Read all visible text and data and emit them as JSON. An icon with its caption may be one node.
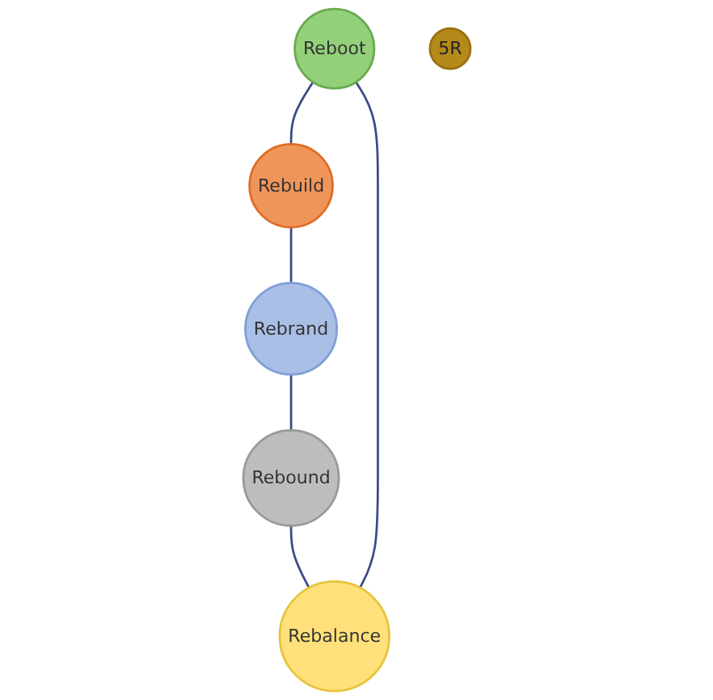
{
  "diagram": {
    "nodes": [
      {
        "text": [
          "Reboot"
        ]
      },
      {
        "text": [
          "Rebalance"
        ]
      },
      {
        "text": [
          "5R"
        ]
      },
      {
        "text": [
          "Rebuild"
        ]
      },
      {
        "text": [
          "Rebound"
        ]
      },
      {
        "text": [
          "Rebrand"
        ]
      }
    ],
    "edges": [
      {
        "from": 0,
        "to": 3,
        "arrow": "none"
      },
      {
        "from": 3,
        "to": 5,
        "arrow": "none"
      },
      {
        "from": 5,
        "to": 4,
        "arrow": "none"
      },
      {
        "from": 4,
        "to": 1,
        "arrow": "none"
      },
      {
        "from": 1,
        "to": 0,
        "arrow": "none"
      }
    ]
  }
}
